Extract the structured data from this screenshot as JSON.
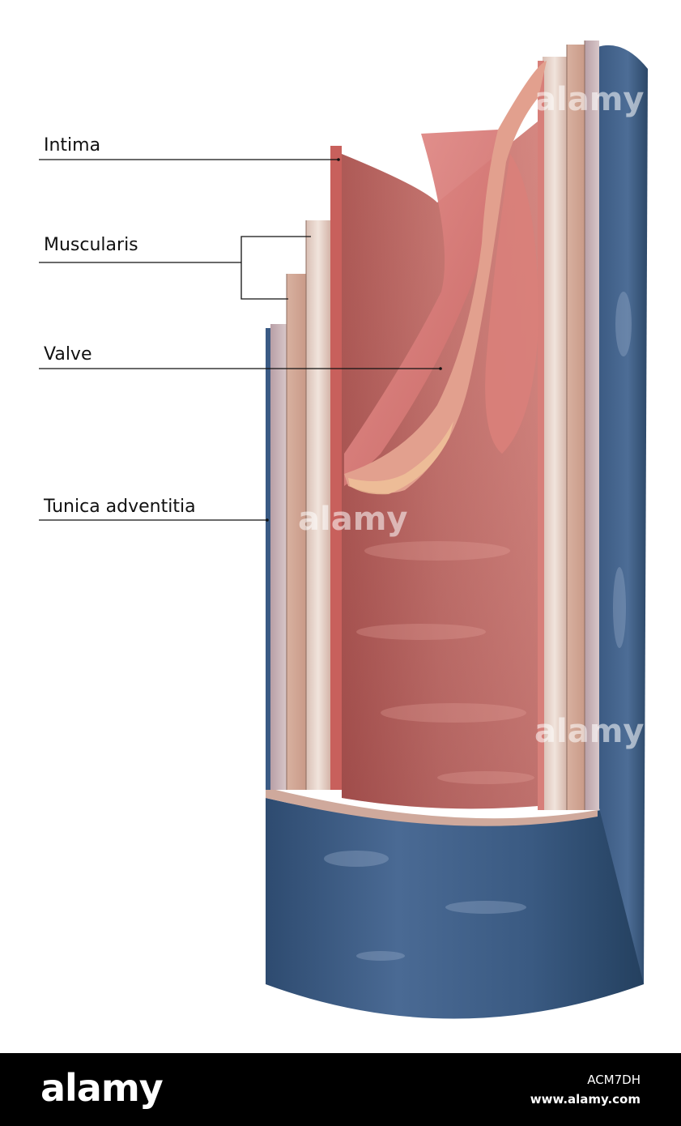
{
  "labels": {
    "intima": "Intima",
    "muscularis": "Muscularis",
    "valve": "Valve",
    "tunica_adventitia": "Tunica adventitia"
  },
  "watermark_text": "alamy",
  "footer": {
    "logo": "alamy",
    "image_id": "ACM7DH",
    "url": "www.alamy.com"
  },
  "colors": {
    "adventitia_blue": "#3f5f86",
    "lumen_pink": "#c86f6c",
    "muscle_cream": "#e8d6cc",
    "footer_bg": "#000000"
  }
}
